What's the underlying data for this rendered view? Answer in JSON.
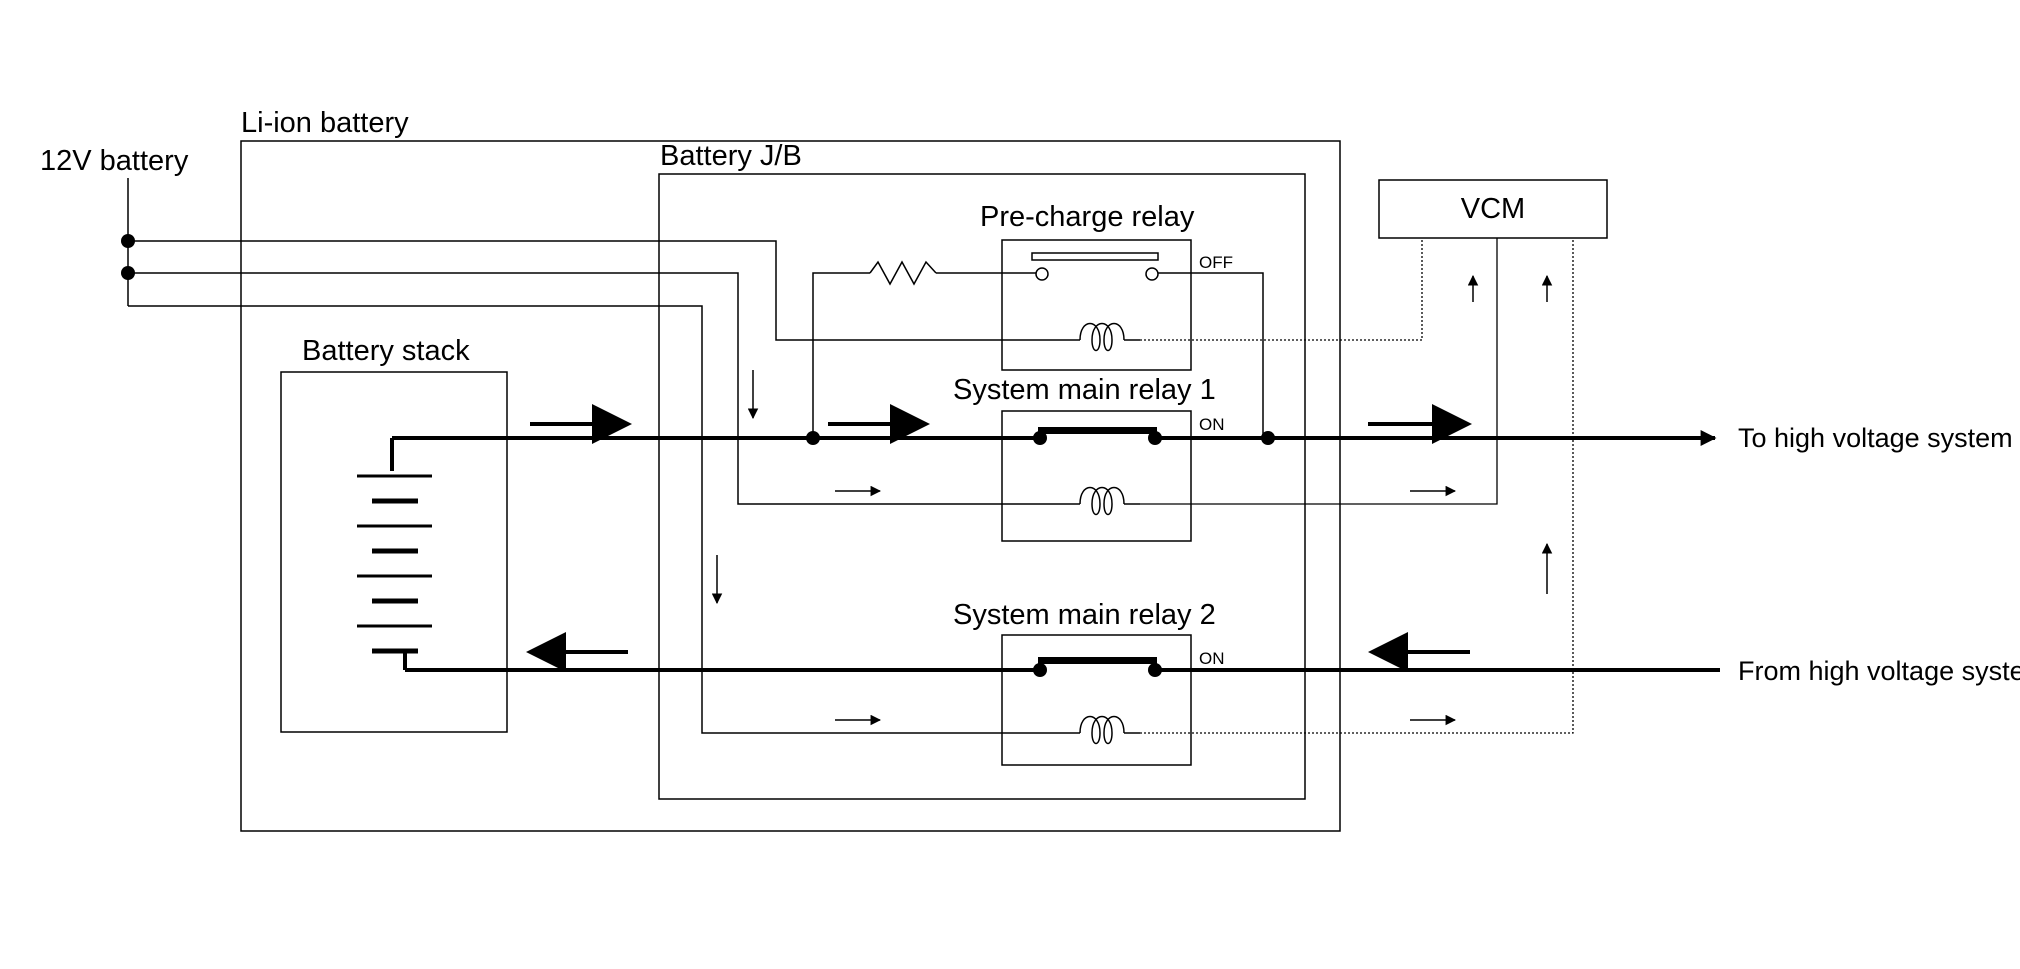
{
  "labels": {
    "battery_12v": "12V battery",
    "li_ion_battery": "Li-ion battery",
    "battery_jb": "Battery J/B",
    "battery_stack": "Battery stack",
    "pre_charge_relay": "Pre-charge relay",
    "system_main_relay_1": "System main relay 1",
    "system_main_relay_2": "System main relay 2",
    "vcm": "VCM",
    "to_hv": "To high voltage system",
    "from_hv": "From high voltage system"
  },
  "states": {
    "pre_charge": "OFF",
    "smr1": "ON",
    "smr2": "ON"
  },
  "colors": {
    "line": "#000000",
    "background": "#ffffff"
  }
}
